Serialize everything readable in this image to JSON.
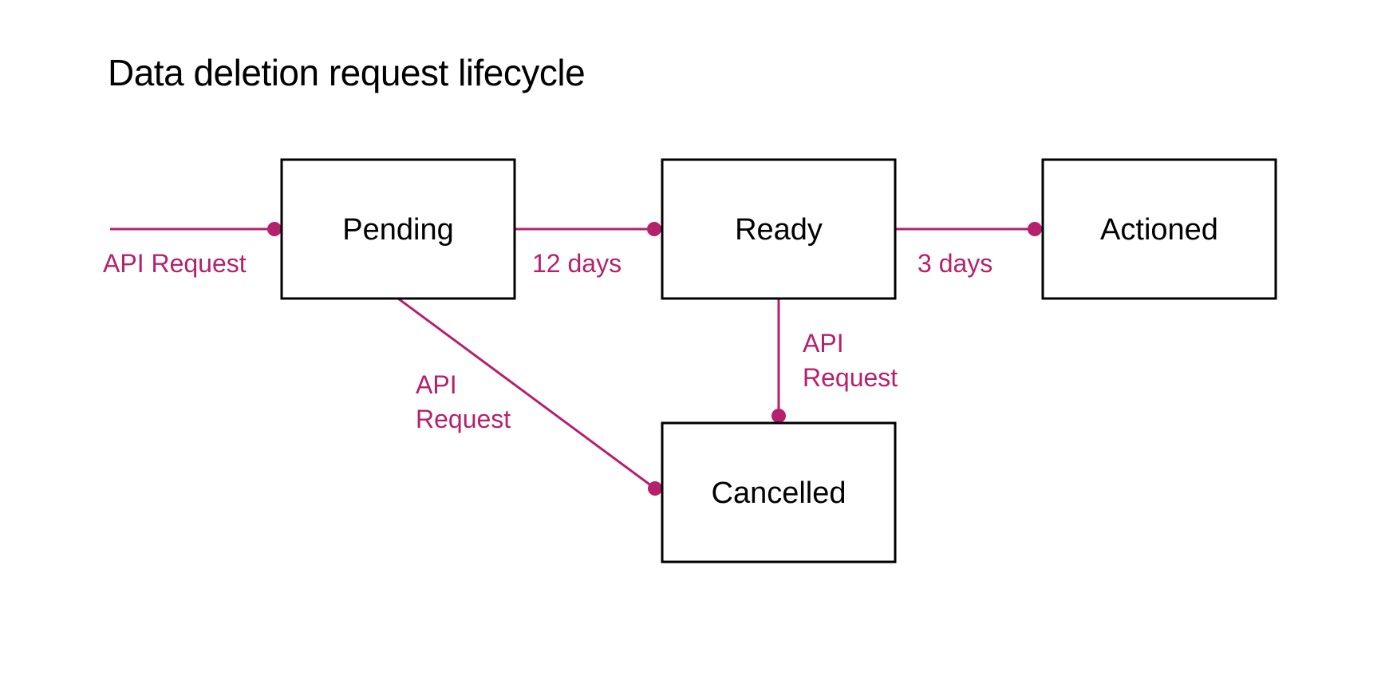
{
  "title": "Data deletion request lifecycle",
  "colors": {
    "accent": "#b5216d",
    "node_border": "#000000",
    "node_fill": "#ffffff",
    "text": "#000000"
  },
  "nodes": {
    "pending": "Pending",
    "ready": "Ready",
    "actioned": "Actioned",
    "cancelled": "Cancelled"
  },
  "edges": {
    "entry": "API Request",
    "pending_to_ready": "12 days",
    "ready_to_actioned": "3 days",
    "ready_to_cancelled": [
      "API",
      "Request"
    ],
    "pending_to_cancelled": [
      "API",
      "Request"
    ]
  }
}
